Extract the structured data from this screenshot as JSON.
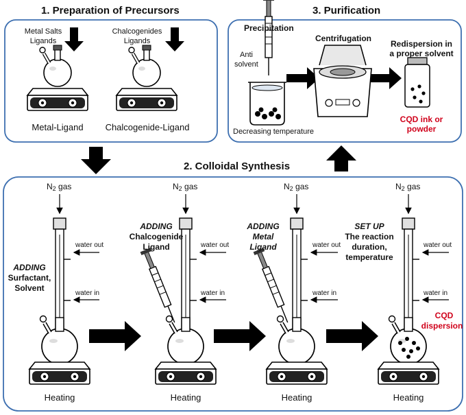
{
  "section1": {
    "title": "1. Preparation of Precursors",
    "metal_inputs_line1": "Metal Salts",
    "metal_inputs_line2": "Ligands",
    "chalco_inputs_line1": "Chalcogenides",
    "chalco_inputs_line2": "Ligands",
    "metal_label": "Metal-Ligand",
    "chalco_label": "Chalcogenide-Ligand"
  },
  "section2": {
    "title": "2. Colloidal Synthesis",
    "n2_prefix": "N",
    "n2_sub": "2",
    "n2_suffix": " gas",
    "water_out": "water out",
    "water_in": "water in",
    "heating": "Heating",
    "step1_line1": "ADDING",
    "step1_line2": "Surfactant,",
    "step1_line3": "Solvent",
    "step2_line1": "ADDING",
    "step2_line2": "Chalcogenide",
    "step2_line3": "Ligand",
    "step3_line1": "ADDING",
    "step3_line2": "Metal",
    "step3_line3": "Ligand",
    "step4_line1": "SET UP",
    "step4_line2": "The reaction",
    "step4_line3": "duration,",
    "step4_line4": "temperature",
    "result_line1": "CQD",
    "result_line2": "dispersion"
  },
  "section3": {
    "title": "3. Purification",
    "precipitation": "Precipitation",
    "anti_line1": "Anti",
    "anti_line2": "solvent",
    "decreasing": "Decreasing temperature",
    "centrifugation": "Centrifugation",
    "redispersion_line1": "Redispersion in",
    "redispersion_line2": "a proper solvent",
    "product_line1": "CQD ink or",
    "product_line2": "powder"
  },
  "colors": {
    "panel_border": "#3d6fb0",
    "red_text": "#d0021b",
    "arrow": "#000000"
  }
}
